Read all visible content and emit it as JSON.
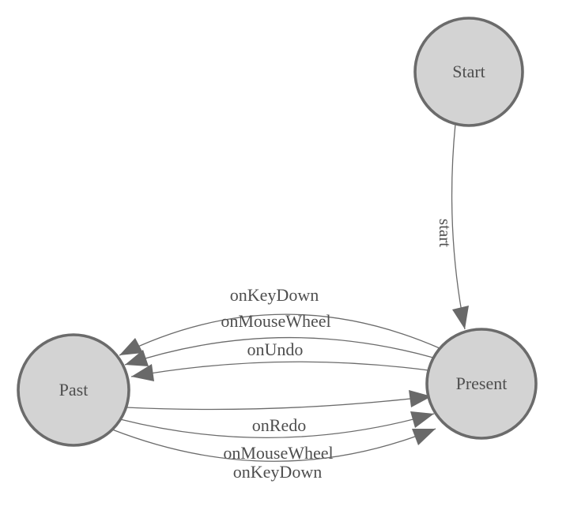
{
  "diagram": {
    "type": "state-machine",
    "colors": {
      "background": "#ffffff",
      "node_fill": "#d3d3d3",
      "node_stroke": "#6b6b6b",
      "edge_stroke": "#6b6b6b",
      "arrow_fill": "#696969",
      "text": "#4e4e4e"
    },
    "nodes": [
      {
        "id": "start",
        "label": "Start"
      },
      {
        "id": "present",
        "label": "Present"
      },
      {
        "id": "past",
        "label": "Past"
      }
    ],
    "edges": [
      {
        "from": "Start",
        "to": "Present",
        "label": "start"
      },
      {
        "from": "Present",
        "to": "Past",
        "label": "onKeyDown"
      },
      {
        "from": "Present",
        "to": "Past",
        "label": "onMouseWheel"
      },
      {
        "from": "Present",
        "to": "Past",
        "label": "onUndo"
      },
      {
        "from": "Past",
        "to": "Present",
        "label": "onRedo"
      },
      {
        "from": "Past",
        "to": "Present",
        "label": "onMouseWheel"
      },
      {
        "from": "Past",
        "to": "Present",
        "label": "onKeyDown"
      }
    ]
  }
}
